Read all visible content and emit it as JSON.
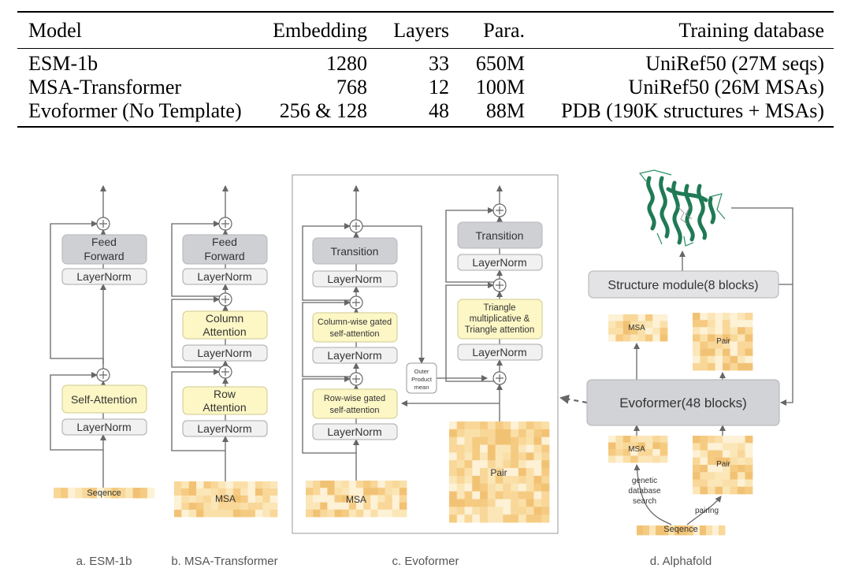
{
  "table": {
    "headers": [
      "Model",
      "Embedding",
      "Layers",
      "Para.",
      "Training database"
    ],
    "rows": [
      [
        "ESM-1b",
        "1280",
        "33",
        "650M",
        "UniRef50 (27M seqs)"
      ],
      [
        "MSA-Transformer",
        "768",
        "12",
        "100M",
        "UniRef50 (26M MSAs)"
      ],
      [
        "Evoformer (No Template)",
        "256 & 128",
        "48",
        "88M",
        "PDB (190K structures + MSAs)"
      ]
    ]
  },
  "figure": {
    "esm": {
      "feed_forward": [
        "Feed",
        "Forward"
      ],
      "layernorm": "LayerNorm",
      "self_attention": "Self-Attention",
      "input": "Seqence",
      "caption": "a. ESM-1b"
    },
    "msa_transformer": {
      "feed_forward": [
        "Feed",
        "Forward"
      ],
      "layernorm": "LayerNorm",
      "column_attention": [
        "Column",
        "Attention"
      ],
      "row_attention": [
        "Row",
        "Attention"
      ],
      "input": "MSA",
      "caption": "b. MSA-Transformer"
    },
    "evoformer": {
      "transition": "Transition",
      "layernorm": "LayerNorm",
      "column_wise": [
        "Column-wise gated",
        "self-attention"
      ],
      "row_wise": [
        "Row-wise gated",
        "self-attention"
      ],
      "outer_product": [
        "Outer",
        "Product",
        "mean"
      ],
      "triangle": [
        "Triangle",
        "multiplicative &",
        "Triangle attention"
      ],
      "msa": "MSA",
      "pair": "Pair",
      "caption": "c. Evoformer"
    },
    "alphafold": {
      "structure_module": "Structure module(8 blocks)",
      "evoformer": "Evoformer(48 blocks)",
      "msa": "MSA",
      "pair": "Pair",
      "genetic_search": [
        "genetic",
        "database",
        "search"
      ],
      "pairing": "pairing",
      "input": "Seqence",
      "caption": "d. Alphafold"
    }
  },
  "colors": {
    "gray_box": "#cfd0d4",
    "yellow_box": "#fdf7c6",
    "layernorm_box": "#f1f1f2",
    "heat_light": "#fbe6b8",
    "heat_dark": "#f2c274",
    "protein": "#1f7a55"
  }
}
